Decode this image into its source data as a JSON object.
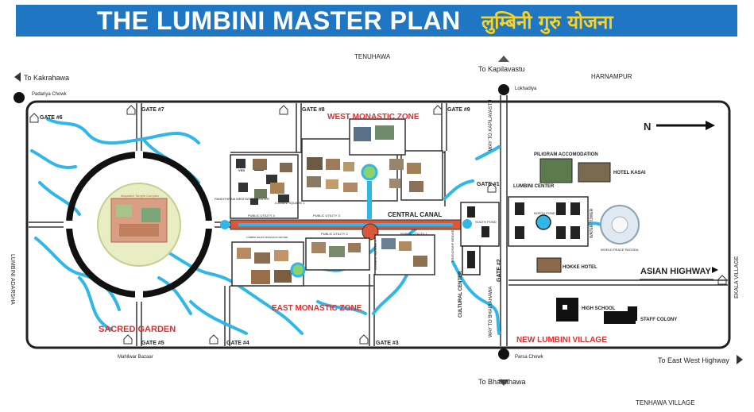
{
  "title": {
    "english": "THE LUMBINI MASTER PLAN",
    "nepali": "लुम्बिनी गुरु योजना"
  },
  "directions": {
    "kakrahawa": "To Kakrahawa",
    "kapilavastu": "To Kapilavastu",
    "bhairahawa": "To Bhairahawa",
    "east_west_highway": "To East West Highway"
  },
  "places": {
    "tenuhawa": "TENUHAWA",
    "harnampur": "HARNAMPUR",
    "padariya_chowk": "Padariya Chowk",
    "lokhadiya": "Lokhadiya",
    "mahilwar_bazaar": "Mahilwar Bazaar",
    "parsa_chowk": "Parsa Chowk",
    "tenhawa_village": "TENHAWA VILLAGE",
    "lumbini_adarsha": "LUMBINI ADARSHA",
    "ekala_village": "EKALA VILLAGE"
  },
  "gates": [
    "GATE #6",
    "GATE #7",
    "GATE #8",
    "GATE #9",
    "GATE #1",
    "GATE #2",
    "GATE #3",
    "GATE #4",
    "GATE #5"
  ],
  "zones": {
    "west_monastic": "WEST MONASTIC ZONE",
    "east_monastic": "EAST MONASTIC ZONE",
    "sacred_garden": "SACRED GARDEN",
    "new_lumbini_village": "NEW LUMBINI VILLAGE",
    "central_canal": "CENTRAL CANAL",
    "asian_highway": "ASIAN HIGHWAY",
    "north": "N"
  },
  "labels": {
    "way_to_kapilavastu": "WAY TO KAPILAVASTU",
    "way_to_bhairahawa": "WAY TO BHAIRAHAWA",
    "lumbini_center": "LUMBINI CENTER",
    "piligram_accomodation": "PILIGRAM ACCOMODATION",
    "hotel_kasai": "HOTEL KASAI",
    "hokke_hotel": "HOKKE HOTEL",
    "high_school": "HIGH SCHOOL",
    "staff_colony": "STAFF COLONY",
    "cultural_center": "CULTURAL CENTER",
    "world_peace_pagoda": "WORLD PEACE PAGODA",
    "water_tower": "WATER TOWER",
    "friendship_bridge": "FRIENDSHIP BRIDGE",
    "south_pond": "SOUTH POND",
    "north_pond": "NORTH POND",
    "lumbini_square_1": "LUMBINI SQUARE 1",
    "lumbini_square_2": "LUMBINI SQUARE 2",
    "public_utility_1": "PUBLIC UTILITY 1",
    "public_utility_2": "PUBLIC UTILITY 2",
    "public_utility_3": "PUBLIC UTILITY 3",
    "public_utility_4": "PUBLIC UTILITY 4",
    "pandithram": "PANDITHRAM MEDITATION CENTER",
    "mayadevi_temple": "Mayadevi Temple Complex",
    "vipassana": "LUMBINI DHAM VIPASSANA CENTER",
    "vss": "VSS"
  },
  "colors": {
    "banner": "#1f77c3",
    "nepali_title": "#ffd31a",
    "water": "#30b7e8",
    "zone_label": "#e02d2d",
    "canal": "#d9583a"
  }
}
